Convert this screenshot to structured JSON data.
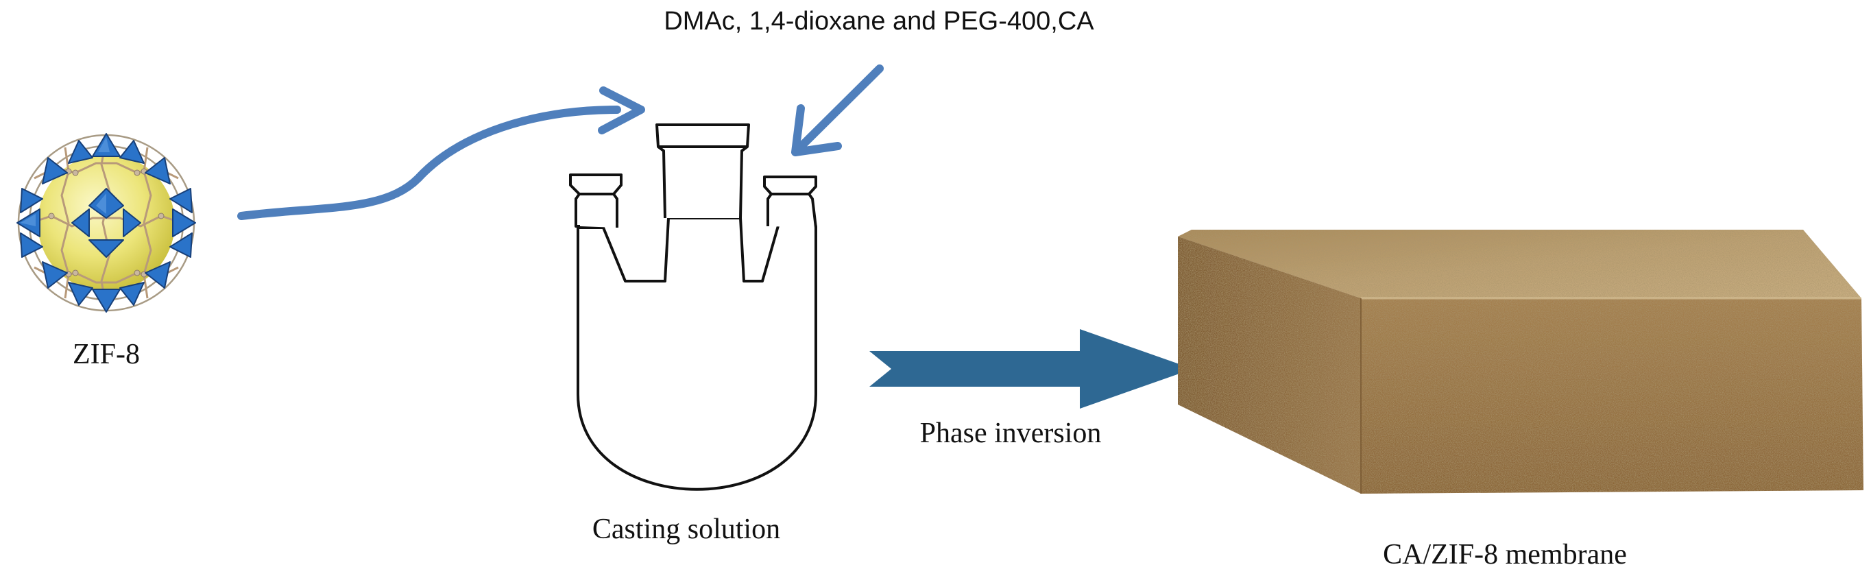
{
  "diagram": {
    "zif8": {
      "label": "ZIF-8",
      "icon": "zif8-crystal-structure-icon"
    },
    "reagents": {
      "label": "DMAc, 1,4-dioxane and PEG-400,CA"
    },
    "flask": {
      "label": "Casting solution",
      "icon": "three-neck-flask-icon"
    },
    "process": {
      "label": "Phase inversion"
    },
    "membrane": {
      "label": "CA/ZIF-8 membrane",
      "icon": "porous-membrane-slab-icon"
    }
  },
  "colors": {
    "arrow_light": "#4f7fbc",
    "arrow_dark": "#2e6893",
    "sphere": "#ece57a",
    "tetrahedron": "#2a73c9",
    "membrane_top": "#b79a67",
    "membrane_side": "#9b7445"
  }
}
